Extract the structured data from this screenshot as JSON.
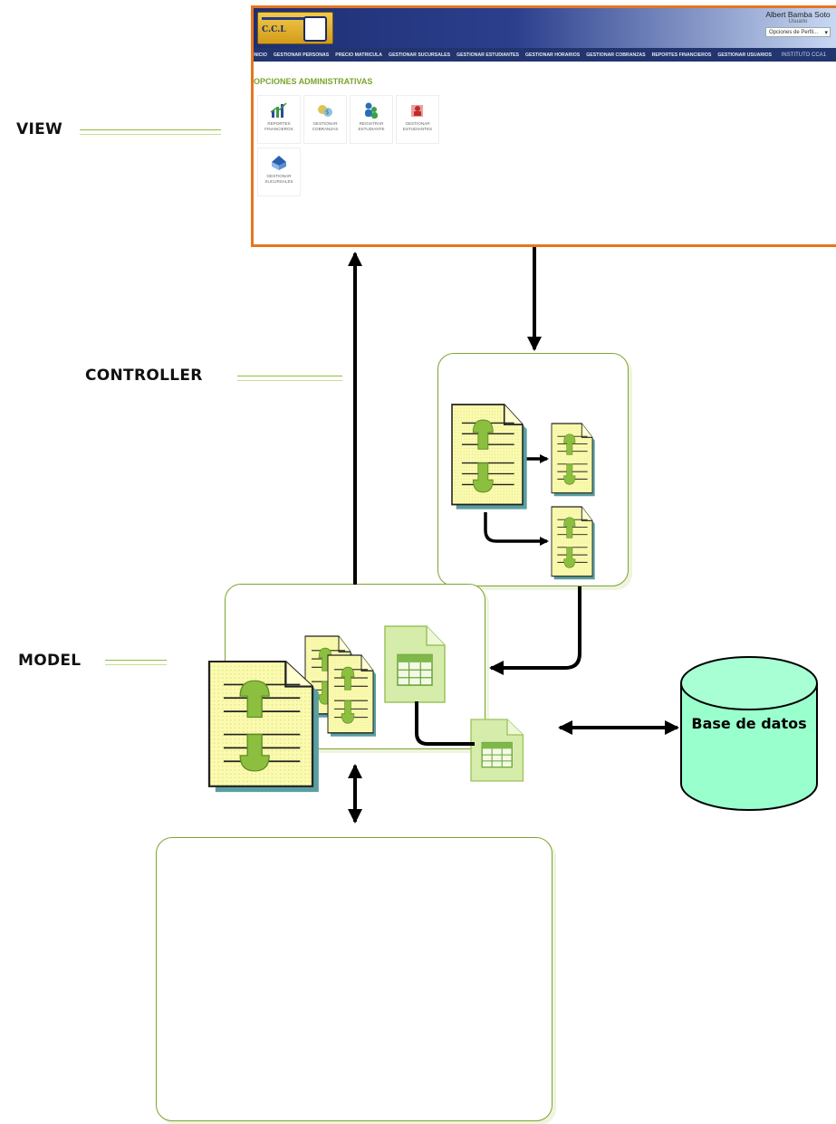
{
  "labels": {
    "view": "VIEW",
    "controller": "CONTROLLER",
    "model": "MODEL"
  },
  "database": {
    "label": "Base de datos",
    "fill_color": "#99ffcc",
    "stroke_color": "#000000"
  },
  "view_screenshot": {
    "user_name": "Albert Bamba Soto",
    "user_role": "Usuario",
    "profile_select": "Opciones de Perfil...",
    "logo_text": "C.C.L",
    "nav": [
      "INICIO",
      "GESTIONAR PERSONAS",
      "PRECIO MATRICULA",
      "GESTIONAR SUCURSALES",
      "GESTIONAR ESTUDIANTES",
      "GESTIONAR HORARIOS",
      "GESTIONAR COBRANZAS",
      "REPORTES FINANCIEROS",
      "GESTIONAR USUARIOS"
    ],
    "institute": "INSTITUTO CCA1",
    "section_title": "OPCIONES ADMINISTRATIVAS",
    "tiles": [
      {
        "label": "REPORTES FINANCIEROS",
        "icon": "chart-icon"
      },
      {
        "label": "GESTIONAR COBRANZAS",
        "icon": "money-icon"
      },
      {
        "label": "REGISTRAR ESTUDIANTE",
        "icon": "users-icon"
      },
      {
        "label": "GESTIONAR ESTUDIANTES",
        "icon": "student-icon"
      },
      {
        "label": "GESTIONAR SUCURSALES",
        "icon": "branch-icon"
      }
    ]
  },
  "colors": {
    "view_border": "#e5761f",
    "box_border": "#7ea42e",
    "document_fill": "#fafab0",
    "document_dots": "#e6e27a",
    "document_shadow": "#5b9ea0",
    "document_icon": "#8cbf3f",
    "spreadsheet_fill": "#d6ecaa",
    "arrow": "#000000"
  }
}
